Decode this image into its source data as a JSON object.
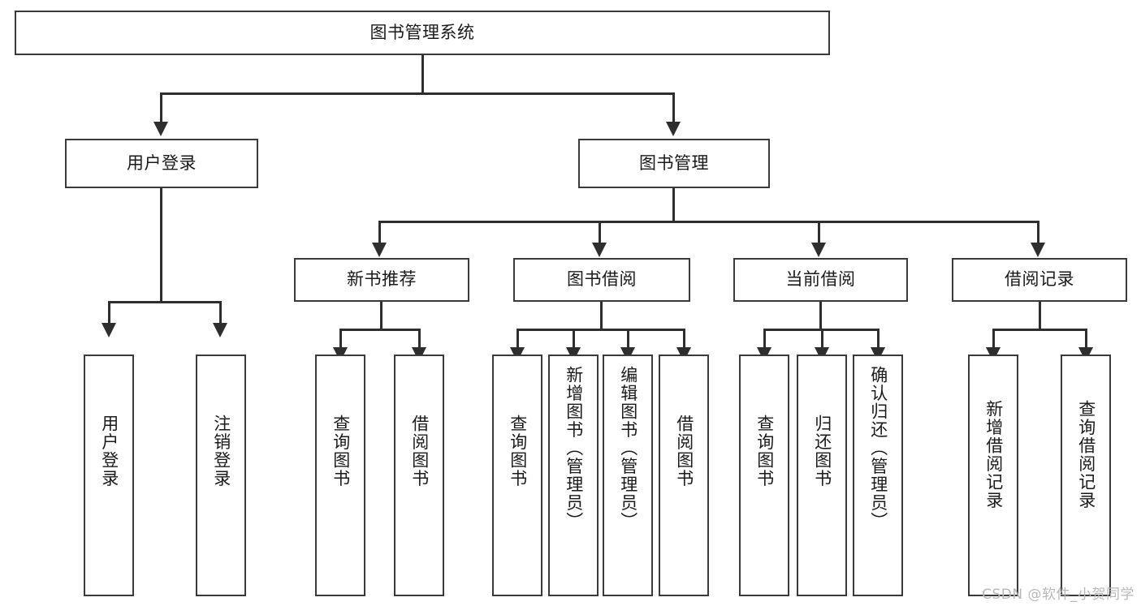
{
  "diagram": {
    "type": "tree-hierarchy",
    "title": "图书管理系统",
    "watermark": "CSDN @软件_小贺同学",
    "colors": {
      "border": "#3a3a3a",
      "connector": "#2e2e2e",
      "background": "#ffffff",
      "text": "#1a1a1a",
      "watermark": "#b8b8b8"
    },
    "root": {
      "label": "图书管理系统"
    },
    "level2": [
      {
        "label": "用户登录"
      },
      {
        "label": "图书管理"
      }
    ],
    "level3": [
      {
        "label": "新书推荐"
      },
      {
        "label": "图书借阅"
      },
      {
        "label": "当前借阅"
      },
      {
        "label": "借阅记录"
      }
    ],
    "leaves": {
      "user_login": [
        {
          "label": "用户登录"
        },
        {
          "label": "注销登录"
        }
      ],
      "new_book_recommend": [
        {
          "label": "查询图书"
        },
        {
          "label": "借阅图书"
        }
      ],
      "book_borrow": [
        {
          "label": "查询图书"
        },
        {
          "label": "新增图书（管理员）"
        },
        {
          "label": "编辑图书（管理员）"
        },
        {
          "label": "借阅图书"
        }
      ],
      "current_borrow": [
        {
          "label": "查询图书"
        },
        {
          "label": "归还图书"
        },
        {
          "label": "确认归还（管理员）"
        }
      ],
      "borrow_record": [
        {
          "label": "新增借阅记录"
        },
        {
          "label": "查询借阅记录"
        }
      ]
    }
  }
}
